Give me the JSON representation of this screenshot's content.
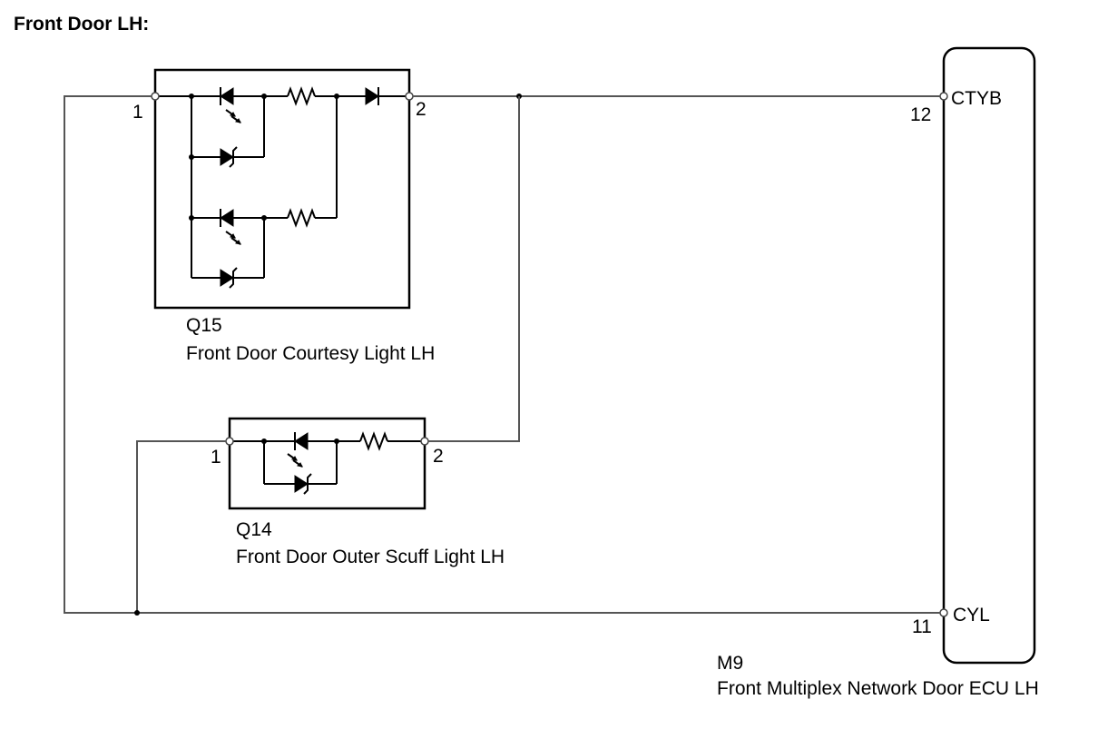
{
  "title": "Front Door LH:",
  "components": {
    "q15": {
      "code": "Q15",
      "name": "Front Door Courtesy Light LH",
      "pin_left": "1",
      "pin_right": "2"
    },
    "q14": {
      "code": "Q14",
      "name": "Front Door Outer Scuff Light LH",
      "pin_left": "1",
      "pin_right": "2"
    },
    "m9": {
      "code": "M9",
      "name": "Front Multiplex Network Door ECU LH",
      "pins": [
        {
          "number": "12",
          "label": "CTYB"
        },
        {
          "number": "11",
          "label": "CYL"
        }
      ]
    }
  }
}
